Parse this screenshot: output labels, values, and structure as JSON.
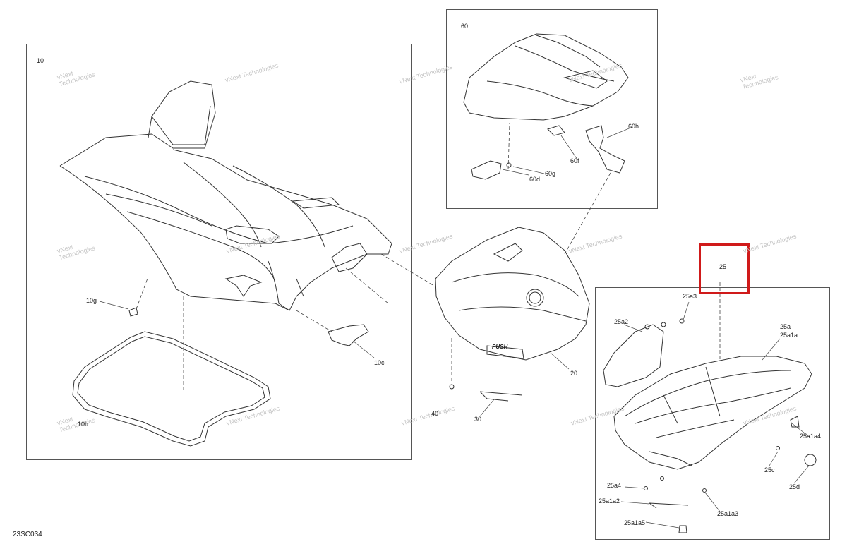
{
  "document_code": "23SC034",
  "watermark": {
    "line1": "vNext",
    "line2": "Technologies",
    "full": "vNext Technologies"
  },
  "highlight_color": "#d01a1a",
  "panels": {
    "front": "10",
    "top": "60",
    "right": "25"
  },
  "callouts": {
    "p10": "10",
    "p10g": "10g",
    "p10c": "10c",
    "p10b": "10b",
    "p20": "20",
    "p30": "30",
    "p40": "40",
    "p60": "60",
    "p60d": "60d",
    "p60f": "60f",
    "p60g": "60g",
    "p60h": "60h",
    "p25": "25",
    "p25a": "25a",
    "p25a1a": "25a1a",
    "p25a2": "25a2",
    "p25a3": "25a3",
    "p25a4": "25a4",
    "p25a1a2": "25a1a2",
    "p25a1a3": "25a1a3",
    "p25a1a4": "25a1a4",
    "p25a1a5": "25a1a5",
    "p25c": "25c",
    "p25d": "25d"
  },
  "part_decals": {
    "push": "PUSH"
  }
}
